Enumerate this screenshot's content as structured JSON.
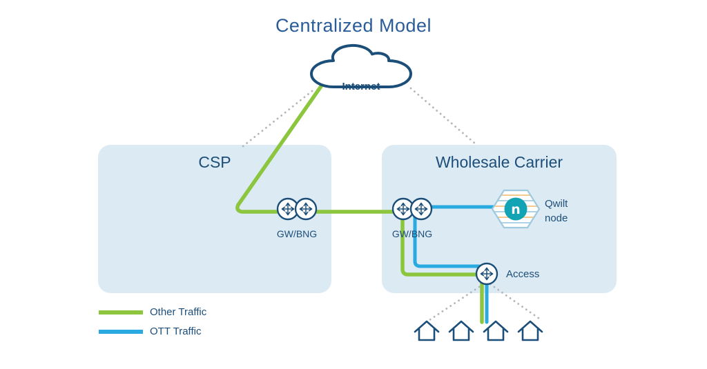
{
  "title": "Centralized Model",
  "cloud": {
    "label": "Internet"
  },
  "csp_box": {
    "title": "CSP",
    "router_label": "GW/BNG"
  },
  "wholesale_box": {
    "title": "Wholesale Carrier",
    "router_label": "GW/BNG",
    "access_label": "Access"
  },
  "qwilt": {
    "label": "Qwilt\nnode",
    "logo_letter": "n"
  },
  "legend": {
    "items": [
      {
        "label": "Other Traffic",
        "color": "#8cc63e"
      },
      {
        "label": "OTT Traffic",
        "color": "#29aae1"
      }
    ]
  },
  "colors": {
    "other_traffic": "#8cc63e",
    "ott_traffic": "#29aae1",
    "navy_outline": "#1b4e78",
    "box_fill": "#dceaf3",
    "dotted_link": "#b5b5b5",
    "qwilt_teal": "#12a3b4"
  },
  "homes_count": 4
}
